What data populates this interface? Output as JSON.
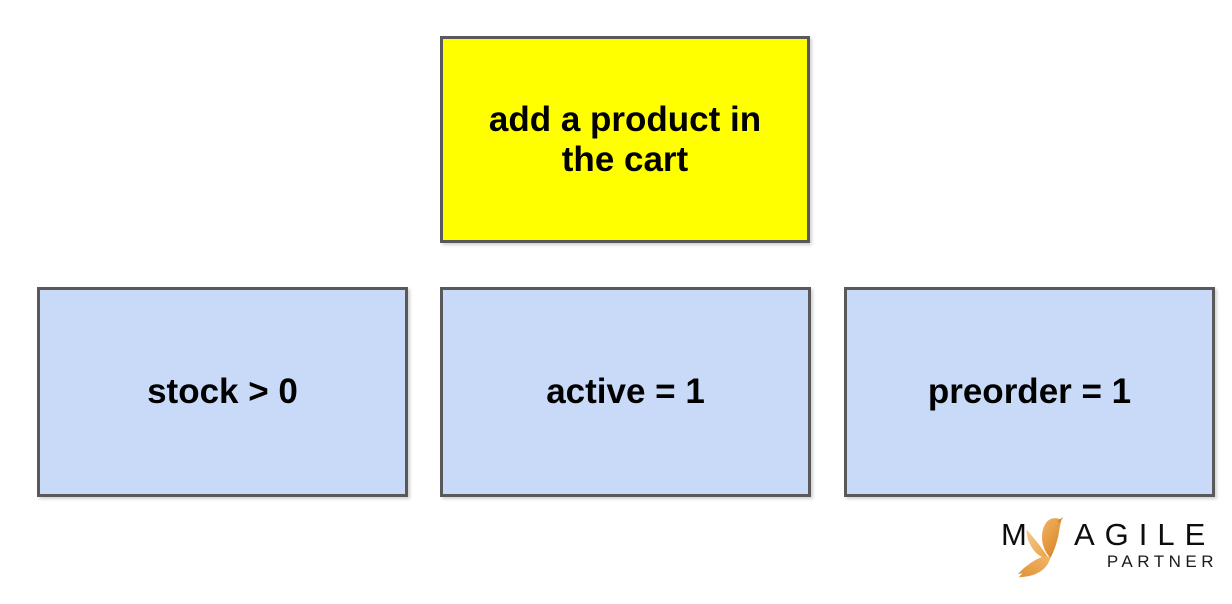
{
  "diagram": {
    "trigger": {
      "label": "add a product in the cart",
      "fill_color": "#ffff00"
    },
    "conditions": [
      {
        "label": "stock > 0"
      },
      {
        "label": "active = 1"
      },
      {
        "label": "preorder = 1"
      }
    ],
    "condition_fill_color": "#c9daf8",
    "border_color": "#595959",
    "text_color": "#000000"
  },
  "logo": {
    "prefix": "M",
    "main": "AGILE",
    "sub": "PARTNER",
    "bird_icon": "phoenix-bird-y-icon",
    "bird_color": "#e79a3e",
    "text_color": "#0d0d0d"
  }
}
